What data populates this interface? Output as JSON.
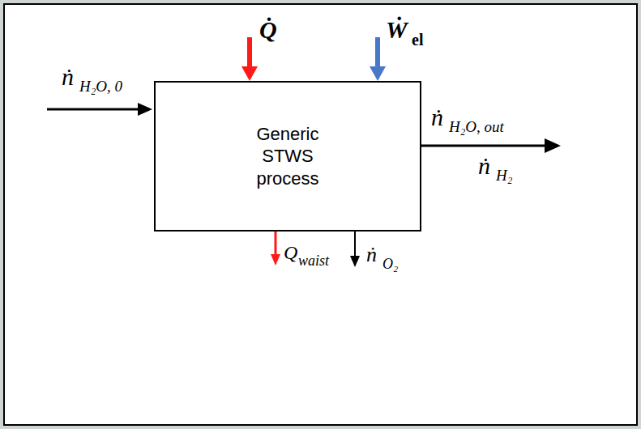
{
  "diagram": {
    "nodes": [
      {
        "text": [
          "Generic STWS process"
        ]
      }
    ],
    "labels": [
      "ṅ",
      "H₂O, 0",
      "Q̇",
      "Ẇ",
      "el",
      "ṅ",
      "H₂O, out",
      "ṅ",
      "H₂",
      "Q",
      "waist",
      "ṅ",
      "O₂"
    ]
  }
}
